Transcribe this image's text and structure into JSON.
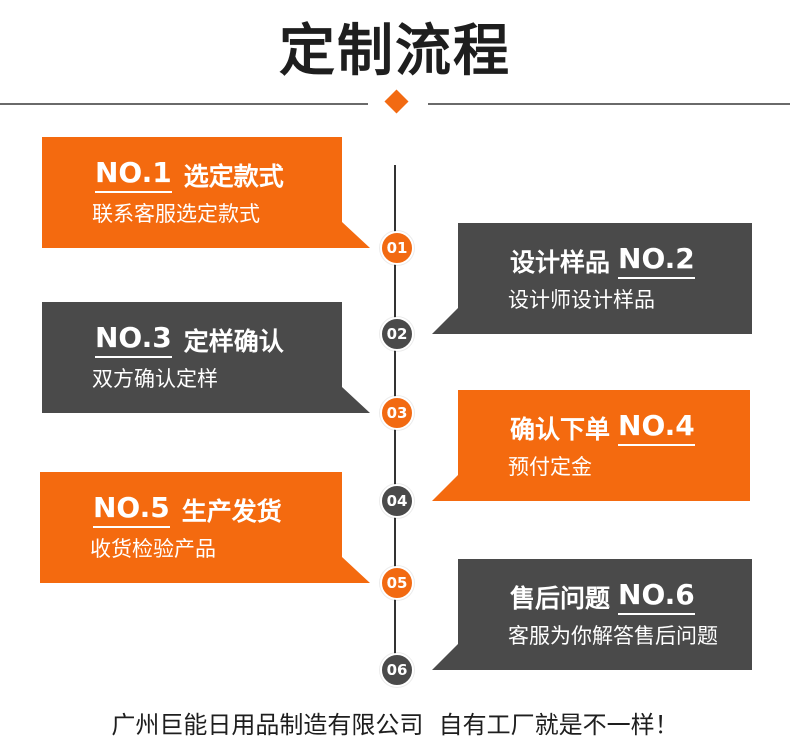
{
  "title": "定制流程",
  "colors": {
    "orange": "#f46a0f",
    "gray": "#4a4a4a",
    "line": "#333333",
    "text": "#1e1e1e"
  },
  "steps": [
    {
      "badge": "01",
      "no": "NO.1",
      "title": "选定款式",
      "desc": "联系客服选定款式",
      "color": "orange",
      "side": "left"
    },
    {
      "badge": "02",
      "no": "NO.2",
      "title": "设计样品",
      "desc": "设计师设计样品",
      "color": "gray",
      "side": "right"
    },
    {
      "badge": "03",
      "no": "NO.3",
      "title": "定样确认",
      "desc": "双方确认定样",
      "color": "gray",
      "side": "left"
    },
    {
      "badge": "04",
      "no": "NO.4",
      "title": "确认下单",
      "desc": "预付定金",
      "color": "orange",
      "side": "right"
    },
    {
      "badge": "05",
      "no": "NO.5",
      "title": "生产发货",
      "desc": "收货检验产品",
      "color": "orange",
      "side": "left"
    },
    {
      "badge": "06",
      "no": "NO.6",
      "title": "售后问题",
      "desc": "客服为你解答售后问题",
      "color": "gray",
      "side": "right"
    }
  ],
  "footer": "广州巨能日用品制造有限公司  自有工厂就是不一样！"
}
